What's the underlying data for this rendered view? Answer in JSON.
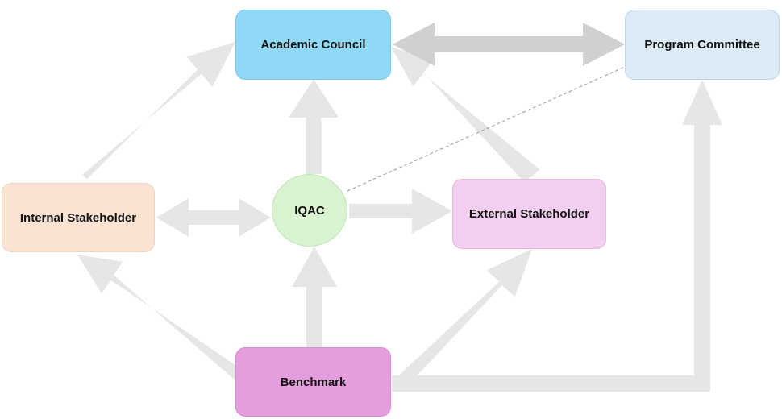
{
  "nodes": {
    "academic_council": {
      "label": "Academic Council",
      "fill": "#90D9F6",
      "border": "#7ccbe9"
    },
    "program_committee": {
      "label": "Program Committee",
      "fill": "#DDEBF7",
      "border": "#b8d7f0"
    },
    "internal_stakeholder": {
      "label": "Internal Stakeholder",
      "fill": "#FBE3D4",
      "border": "#e9d6c8"
    },
    "iqac": {
      "label": "IQAC",
      "fill": "#D9F2D0",
      "border": "#bfe6b8"
    },
    "external_stakeholder": {
      "label": "External Stakeholder",
      "fill": "#F2CEEF",
      "border": "#e3b9e0"
    },
    "benchmark": {
      "label": "Benchmark",
      "fill": "#E49EDD",
      "border": "#d98fd2"
    }
  },
  "arrow_color": "#e6e6e6",
  "strong_arrow_color": "#d0d0d0",
  "dashed_link_color": "#999999"
}
